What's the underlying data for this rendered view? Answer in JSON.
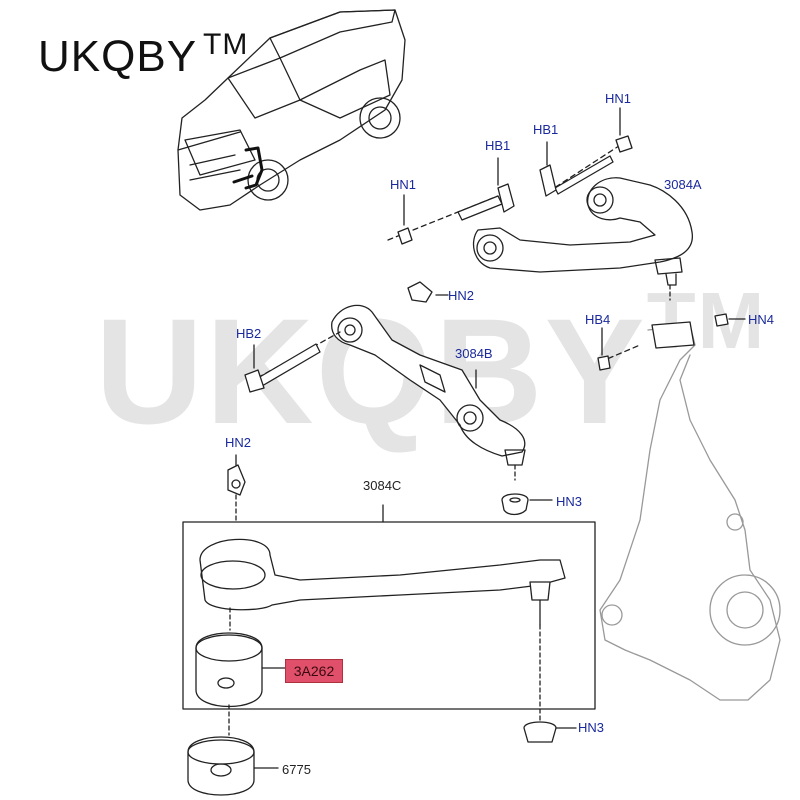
{
  "brand": {
    "text": "UKQBY",
    "mark": "TM"
  },
  "watermark": {
    "text": "UKQBY",
    "mark": "TM"
  },
  "labels": {
    "hn1_top": "HN1",
    "hn1_left": "HN1",
    "hb1_a": "HB1",
    "hb1_b": "HB1",
    "part_3084a": "3084A",
    "hn2_top": "HN2",
    "hb2": "HB2",
    "part_3084b": "3084B",
    "hb4": "HB4",
    "hn4": "HN4",
    "hn2_left": "HN2",
    "part_3084c": "3084C",
    "hn3_mid": "HN3",
    "part_3a262": "3A262",
    "hn3_bottom": "HN3",
    "part_6775": "6775"
  },
  "colors": {
    "label_blue": "#1a2a9c",
    "highlight": "#e0506a",
    "line": "#222222",
    "watermark": "#e4e4e4"
  }
}
